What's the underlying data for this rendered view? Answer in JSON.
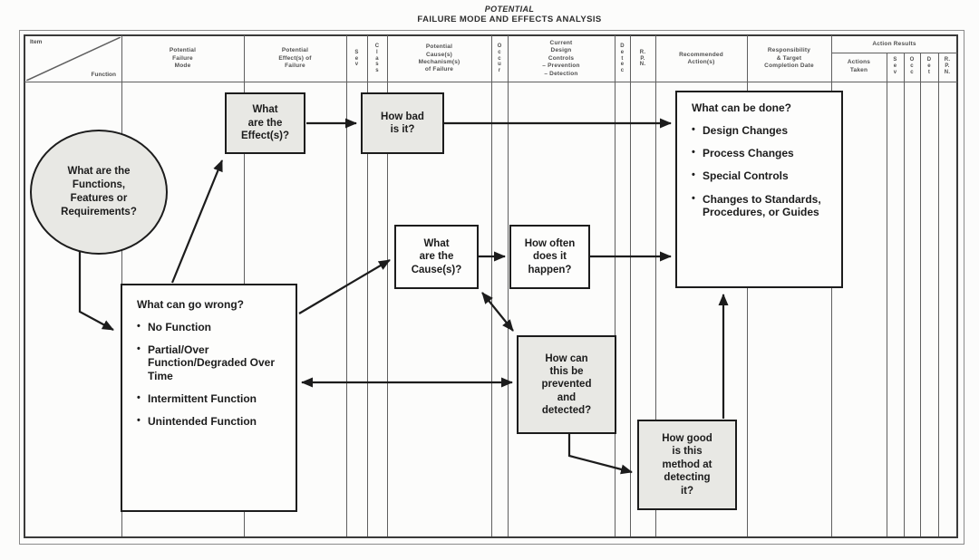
{
  "title": {
    "line1": "POTENTIAL",
    "line2": "FAILURE MODE AND EFFECTS ANALYSIS"
  },
  "form": {
    "item_label": "Item",
    "function_label": "Function",
    "headers": {
      "failure_mode": "Potential\nFailure\nMode",
      "effects": "Potential\nEffect(s) of\nFailure",
      "sev": "S\ne\nv",
      "class": "C\nl\na\ns\ns",
      "cause": "Potential\nCause(s)\nMechanism(s)\nof Failure",
      "occur": "O\nc\nc\nu\nr",
      "controls": "Current\nDesign\nControls\n– Prevention\n– Detection",
      "detec": "D\ne\nt\ne\nc",
      "rpn": "R.\nP.\nN.",
      "recommended": "Recommended\nAction(s)",
      "responsibility": "Responsibility\n& Target\nCompletion Date",
      "action_results": "Action Results",
      "actions_taken": "Actions\nTaken",
      "sev2": "S\ne\nv",
      "occ2": "O\nc\nc",
      "det2": "D\ne\nt",
      "rpn2": "R.\nP.\nN."
    }
  },
  "flowchart": {
    "functions_ellipse": "What are the\nFunctions,\nFeatures or\nRequirements?",
    "effects_box": "What\nare the\nEffect(s)?",
    "how_bad_box": "How bad\nis it?",
    "go_wrong_box": {
      "title": "What can go wrong?",
      "bullets": [
        "No Function",
        "Partial/Over Function/Degraded Over Time",
        "Intermittent Function",
        "Unintended Function"
      ]
    },
    "causes_box": "What\nare the\nCause(s)?",
    "how_often_box": "How often\ndoes it\nhappen?",
    "what_done_box": {
      "title": "What can be done?",
      "bullets": [
        "Design Changes",
        "Process Changes",
        "Special Controls",
        "Changes to Standards, Procedures, or Guides"
      ]
    },
    "prevented_box": "How can\nthis be\nprevented\nand\ndetected?",
    "how_good_box": "How good\nis this\nmethod at\ndetecting\nit?"
  },
  "colors": {
    "shaded_box": "#e8e8e4",
    "white_box": "#fdfdfc",
    "flow_line": "#1c1c1c",
    "table_line": "#5f5f5f"
  }
}
